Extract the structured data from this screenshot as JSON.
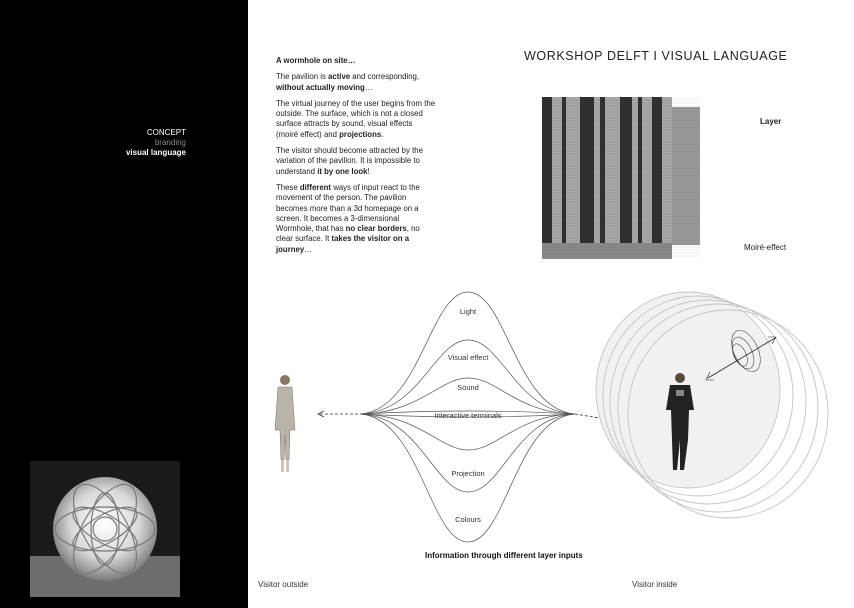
{
  "title": "WORKSHOP DELFT I VISUAL LANGUAGE",
  "sidebar": {
    "nav": [
      "CONCEPT",
      "branding",
      "visual language"
    ]
  },
  "text": {
    "heading": "A wormhole on site…",
    "p1": {
      "a": "The pavilion is ",
      "b": "active",
      "c": " and corresponding, ",
      "d": "without actually moving",
      "e": "…"
    },
    "p2": {
      "a": "The virtual journey of the user begins from the outside. The surface, which is not a closed surface attracts by sound, visual effects (moiré effect) and ",
      "b": "projections",
      "c": "."
    },
    "p3": {
      "a": "The visitor should become attracted by the variation of the pavilion. It is impossible to understand ",
      "b": "it by one look",
      "c": "!"
    },
    "p4": {
      "a": "These ",
      "b": "different",
      "c": " ways of input react to the movement of the person. The pavilion becomes more than a 3d homepage on a screen. It becomes a 3-dimensional Wormhole, that has ",
      "d": "no clear borders",
      "e": ", no clear surface. It ",
      "f": "takes the visitor on a journey",
      "g": "…"
    }
  },
  "moire": {
    "layer_label": "Layer",
    "effect_label": "Moiré-effect"
  },
  "diagram": {
    "nodes": [
      "Light",
      "Visual effect",
      "Sound",
      "Interactive terminals",
      "Projection",
      "Colours"
    ],
    "info_label": "Information through different layer inputs"
  },
  "captions": {
    "outside": "Visitor outside",
    "inside": "Visitor inside"
  },
  "colors": {
    "sidebar": "#000000",
    "background": "#ffffff",
    "stripe_dark": "#1c1c1c",
    "stripe_light": "#a8a8a8"
  }
}
